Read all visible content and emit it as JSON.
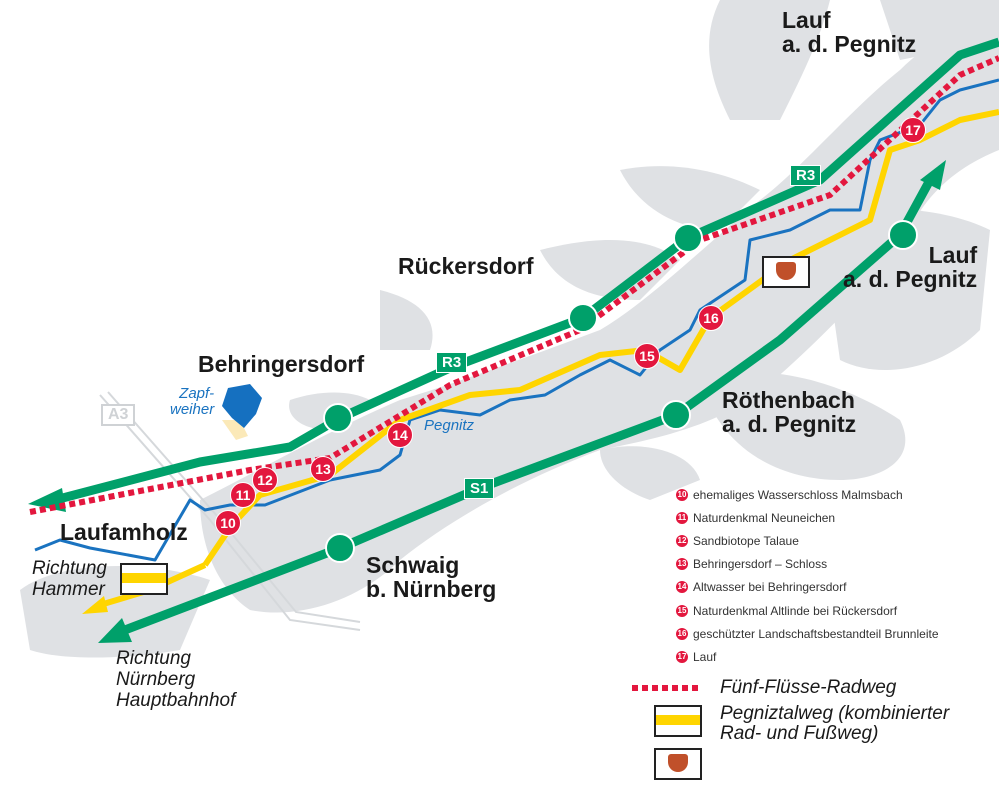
{
  "towns": {
    "lauf_top": "Lauf\na. d. Pegnitz",
    "lauf_right": "Lauf\na. d. Pegnitz",
    "rueckersdorf": "Rückersdorf",
    "behringersdorf": "Behringersdorf",
    "roethenbach": "Röthenbach\na. d. Pegnitz",
    "schwaig": "Schwaig\nb. Nürnberg",
    "laufamholz": "Laufamholz"
  },
  "directions": {
    "hammer": "Richtung\nHammer",
    "nuernberg": "Richtung\nNürnberg\nHauptbahnhof"
  },
  "water": {
    "lake": "Zapf-\nweiher",
    "river": "Pegnitz"
  },
  "routes": {
    "r3": "R3",
    "s1": "S1",
    "a3": "A3"
  },
  "markers": [
    "10",
    "11",
    "12",
    "13",
    "14",
    "15",
    "16",
    "17"
  ],
  "legend": {
    "pois": [
      {
        "num": "10",
        "label": "ehemaliges Wasserschloss Malmsbach"
      },
      {
        "num": "11",
        "label": "Naturdenkmal Neuneichen"
      },
      {
        "num": "12",
        "label": "Sandbiotope Talaue"
      },
      {
        "num": "13",
        "label": "Behringersdorf – Schloss"
      },
      {
        "num": "14",
        "label": "Altwasser bei Behringersdorf"
      },
      {
        "num": "15",
        "label": "Naturdenkmal Altlinde bei Rückersdorf"
      },
      {
        "num": "16",
        "label": "geschützter Landschaftsbestandteil Brunnleite"
      },
      {
        "num": "17",
        "label": "Lauf"
      }
    ],
    "radweg": "Fünf-Flüsse-Radweg",
    "pegniztalweg": "Pegniztalweg (kombinierter\nRad- und Fußweg)"
  },
  "colors": {
    "rail": "#00a06a",
    "radweg": "#e3173e",
    "trail": "#ffd500",
    "river": "#1a73c0",
    "town": "#dfe1e4"
  }
}
